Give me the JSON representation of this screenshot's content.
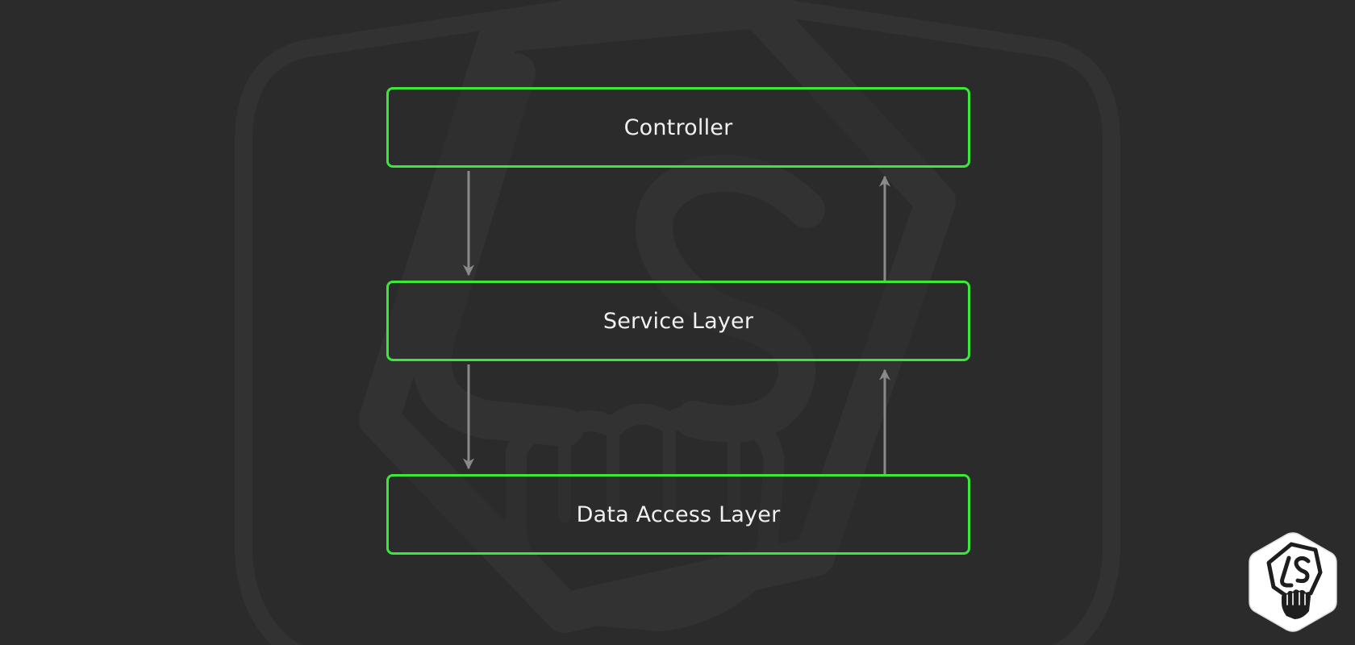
{
  "diagram": {
    "layers": [
      {
        "id": "controller",
        "label": "Controller"
      },
      {
        "id": "service",
        "label": "Service Layer"
      },
      {
        "id": "data-access",
        "label": "Data Access Layer"
      }
    ],
    "edges": [
      {
        "from": "controller",
        "to": "service",
        "direction": "down"
      },
      {
        "from": "service",
        "to": "data-access",
        "direction": "down"
      },
      {
        "from": "data-access",
        "to": "service",
        "direction": "up"
      },
      {
        "from": "service",
        "to": "controller",
        "direction": "up"
      }
    ]
  },
  "colors": {
    "background": "#2b2b2b",
    "box_border": "#3ae83a",
    "arrow": "#8a8a8a",
    "text": "#f0f0f0"
  },
  "branding": {
    "watermark_icon": "nodejs-fist-logo-icon",
    "corner_icon": "nodejs-fist-logo-icon"
  }
}
